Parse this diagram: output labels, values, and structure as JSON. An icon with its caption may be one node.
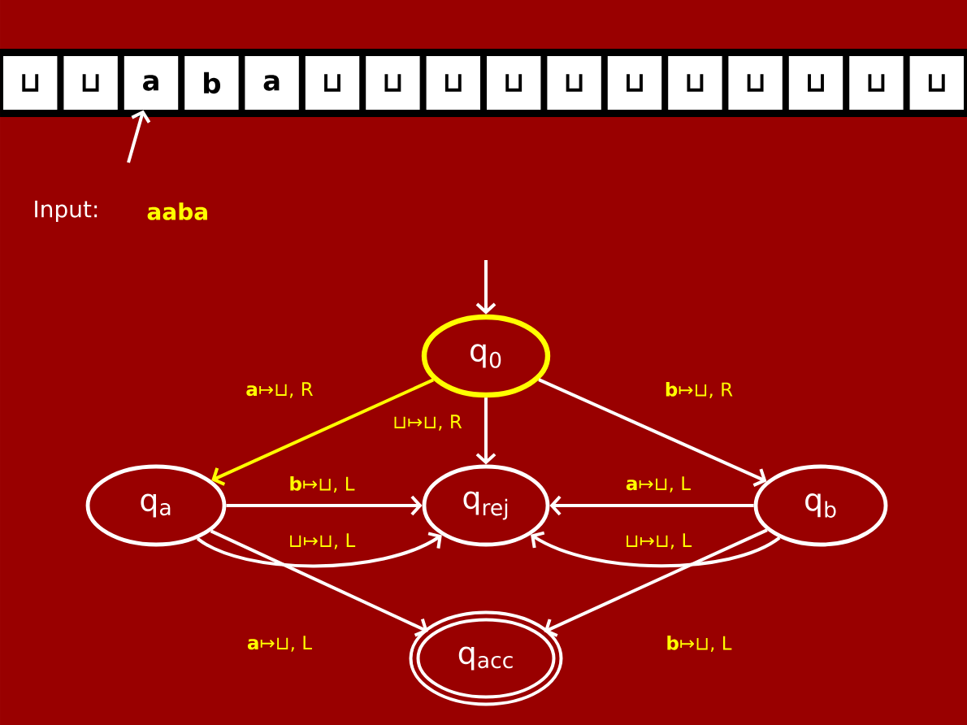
{
  "diagram": {
    "nodes": [
      {
        "text": [
          "⊔"
        ]
      },
      {
        "text": [
          "⊔"
        ]
      },
      {
        "text": [
          "a"
        ]
      },
      {
        "text": [
          "b"
        ]
      },
      {
        "text": [
          "a"
        ]
      },
      {
        "text": [
          "⊔"
        ]
      },
      {
        "text": [
          "⊔"
        ]
      },
      {
        "text": [
          "⊔"
        ]
      },
      {
        "text": [
          "⊔"
        ]
      },
      {
        "text": [
          "⊔"
        ]
      },
      {
        "text": [
          "⊔"
        ]
      },
      {
        "text": [
          "⊔"
        ]
      },
      {
        "text": [
          "⊔"
        ]
      },
      {
        "text": [
          "⊔"
        ]
      },
      {
        "text": [
          "⊔"
        ]
      },
      {
        "text": [
          "⊔"
        ]
      },
      {
        "text": [
          "q$_{0}$"
        ]
      },
      {
        "text": [
          "q$_{a}$"
        ]
      },
      {
        "text": [
          "q$_{rej}$"
        ]
      },
      {
        "text": [
          "q$_{b}$"
        ]
      },
      {
        "text": [
          "q$_{acc}$"
        ]
      }
    ],
    "edges": [
      {
        "from": null,
        "to": 2,
        "arrow": "to"
      },
      {
        "from": null,
        "to": 16,
        "arrow": "to"
      },
      {
        "from": 16,
        "to": 17,
        "arrow": "to",
        "label": "**a**↦⊔, R",
        "color": "#ffff00"
      },
      {
        "from": 16,
        "to": 18,
        "arrow": "to",
        "label": "⊔↦⊔, R"
      },
      {
        "from": 16,
        "to": 19,
        "arrow": "to",
        "label": "**b**↦⊔, R"
      },
      {
        "from": 17,
        "to": 18,
        "arrow": "to",
        "label": "**b**↦⊔, L"
      },
      {
        "from": 17,
        "to": 18,
        "arrow": "to",
        "label": "⊔↦⊔, L"
      },
      {
        "from": 19,
        "to": 18,
        "arrow": "to",
        "label": "**a**↦⊔, L"
      },
      {
        "from": 19,
        "to": 18,
        "arrow": "to",
        "label": "⊔↦⊔, L"
      },
      {
        "from": 17,
        "to": 20,
        "arrow": "to",
        "label": "**a**↦⊔, L"
      },
      {
        "from": 19,
        "to": 20,
        "arrow": "to",
        "label": "**b**↦⊔, L"
      }
    ],
    "labels": [
      "Input:",
      "aaba"
    ]
  }
}
